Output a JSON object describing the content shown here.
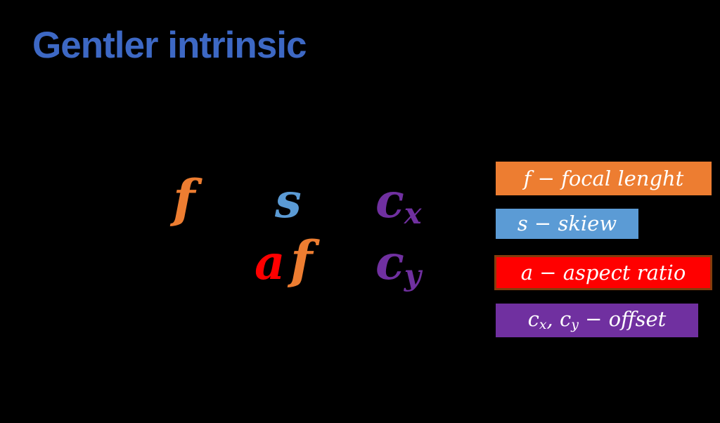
{
  "background": "#000000",
  "title": {
    "text": "Gentler intrinsic",
    "color": "#3D68C4"
  },
  "matrix": {
    "row1": {
      "f": {
        "text": "f",
        "color": "#ED7D31"
      },
      "s": {
        "text": "s",
        "color": "#5B9BD5"
      },
      "cx": {
        "base": "c",
        "sub": "x",
        "color": "#7030A0"
      }
    },
    "row2": {
      "a": {
        "text": "a",
        "color": "#FF0000"
      },
      "f": {
        "text": "f",
        "color": "#ED7D31"
      },
      "cy": {
        "base": "c",
        "sub": "y",
        "color": "#7030A0"
      }
    }
  },
  "legend": {
    "text_color": "#FFFFFF",
    "items": [
      {
        "id": "focal-length",
        "text": "f − focal lenght",
        "bg": "#ED7D31"
      },
      {
        "id": "skew",
        "text": "s − skiew",
        "bg": "#5B9BD5"
      },
      {
        "id": "aspect-ratio",
        "text": "a − aspect ratio",
        "bg": "#FF0000",
        "border": "#843C0C"
      },
      {
        "id": "offset",
        "parts": [
          "c",
          "x",
          ", c",
          "y",
          " − offset"
        ],
        "bg": "#7030A0"
      }
    ]
  }
}
